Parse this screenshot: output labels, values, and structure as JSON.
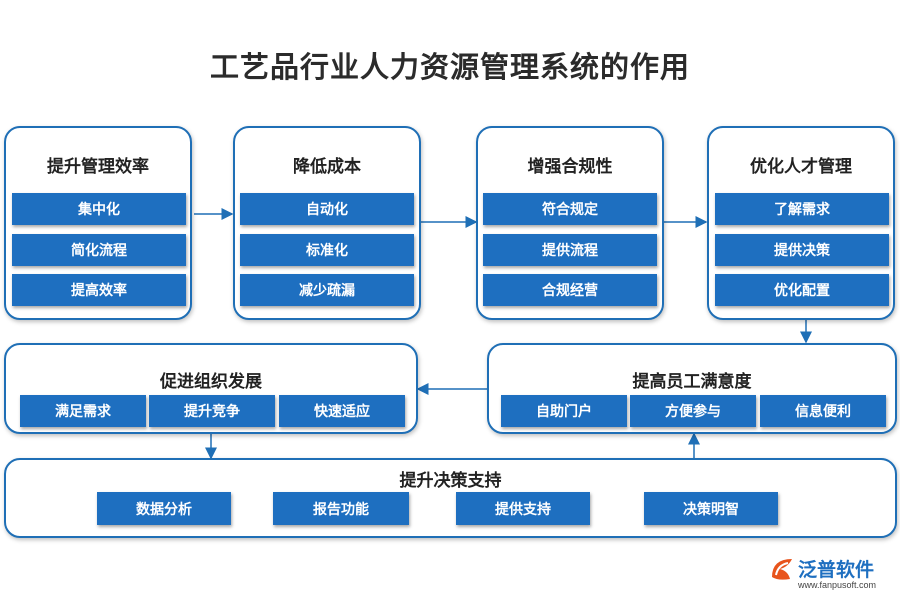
{
  "title": "工艺品行业人力资源管理系统的作用",
  "panels": {
    "p1": {
      "title": "提升管理效率",
      "items": [
        "集中化",
        "简化流程",
        "提高效率"
      ]
    },
    "p2": {
      "title": "降低成本",
      "items": [
        "自动化",
        "标准化",
        "减少疏漏"
      ]
    },
    "p3": {
      "title": "增强合规性",
      "items": [
        "符合规定",
        "提供流程",
        "合规经营"
      ]
    },
    "p4": {
      "title": "优化人才管理",
      "items": [
        "了解需求",
        "提供决策",
        "优化配置"
      ]
    },
    "p5": {
      "title": "促进组织发展",
      "items": [
        "满足需求",
        "提升竞争",
        "快速适应"
      ]
    },
    "p6": {
      "title": "提高员工满意度",
      "items": [
        "自助门户",
        "方便参与",
        "信息便利"
      ]
    },
    "p7": {
      "title": "提升决策支持",
      "items": [
        "数据分析",
        "报告功能",
        "提供支持",
        "决策明智"
      ]
    }
  },
  "logo": {
    "name": "泛普软件",
    "url": "www.fanpusoft.com"
  },
  "colors": {
    "accent": "#1e6fc0",
    "border": "#1f6fb6"
  }
}
